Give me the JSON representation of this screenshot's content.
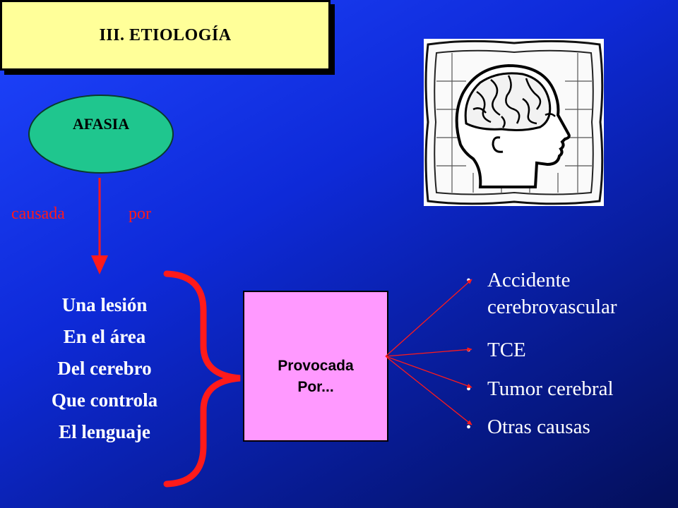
{
  "title": "III.  ETIOLOGÍA",
  "afasia_label": "AFASIA",
  "connector_left": "causada",
  "connector_right": "por",
  "lesion_lines": [
    "Una lesión",
    "En el área",
    "Del cerebro",
    "Que controla",
    "El lenguaje"
  ],
  "provocada_lines": [
    "Provocada",
    "Por..."
  ],
  "causes": [
    "Accidente",
    "cerebrovascular",
    "TCE",
    "Tumor cerebral",
    "Otras causas"
  ],
  "bullet_char": "•",
  "colors": {
    "title_bg": "#ffff99",
    "afasia_fill": "#1fc68e",
    "accent_red": "#ff1a1a",
    "box_pink": "#ff99ff"
  },
  "image_icon": "head-brain-illustration-icon"
}
